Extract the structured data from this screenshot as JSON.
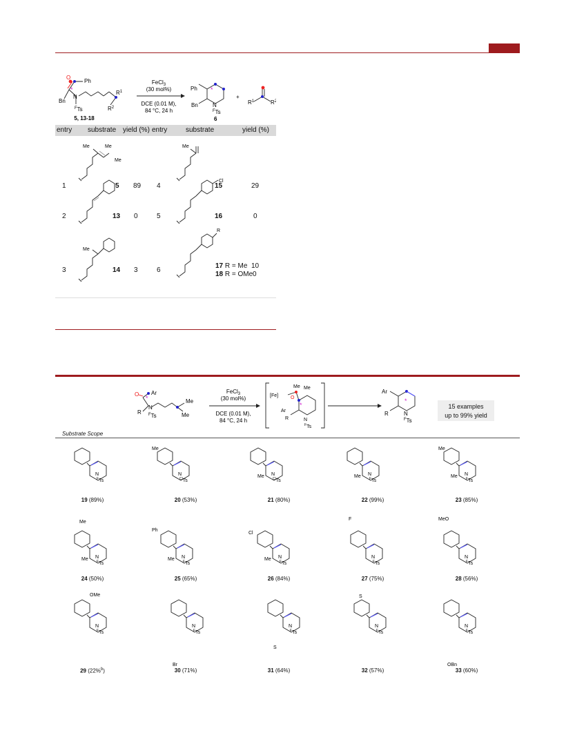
{
  "page": {
    "accent_color": "#9e1b1e"
  },
  "scheme1": {
    "reactant_label": "5, 13-18",
    "reagent": "FeCl",
    "reagent_sub": "3",
    "loading": "(30 mol%)",
    "conditions_1": "DCE (0.01 M),",
    "conditions_2": "84 °C, 24 h",
    "product_label": "6",
    "plus": "+",
    "substituent_r1": "R",
    "substituent_r2": "R"
  },
  "table": {
    "headers": [
      "entry",
      "substrate",
      "yield (%)",
      "entry",
      "substrate",
      "yield (%)"
    ],
    "rows": [
      {
        "entry_a": "1",
        "id_a": "5",
        "yield_a": "89",
        "entry_b": "4",
        "id_b": "15",
        "yield_b": "29"
      },
      {
        "entry_a": "2",
        "id_a": "13",
        "yield_a": "0",
        "entry_b": "5",
        "id_b": "16",
        "yield_b": "0"
      },
      {
        "entry_a": "3",
        "id_a": "14",
        "yield_a": "3",
        "entry_b": "6",
        "id_b_1": "17",
        "r_1": " R = Me",
        "yield_b_1": "10",
        "id_b_2": "18",
        "r_2": " R = OMe",
        "yield_b_2": "0"
      }
    ]
  },
  "scheme2": {
    "reagent": "FeCl",
    "reagent_sub": "3",
    "loading": "(30 mol%)",
    "conditions_1": "DCE (0.01 M),",
    "conditions_2": "84 °C, 24 h",
    "badge_1": "15 examples",
    "badge_2": "up to 99% yield",
    "scope_title": "Substrate Scope"
  },
  "scope": [
    {
      "id": "19",
      "yield": "(89%)"
    },
    {
      "id": "20",
      "yield": "(53%)"
    },
    {
      "id": "21",
      "yield": "(80%)"
    },
    {
      "id": "22",
      "yield": "(99%)"
    },
    {
      "id": "23",
      "yield": "(85%)"
    },
    {
      "id": "24",
      "yield": "(50%)"
    },
    {
      "id": "25",
      "yield": "(65%)"
    },
    {
      "id": "26",
      "yield": "(84%)"
    },
    {
      "id": "27",
      "yield": "(75%)"
    },
    {
      "id": "28",
      "yield": "(56%)"
    },
    {
      "id": "29",
      "yield": "(22%",
      "yield_sup": "b",
      "yield_end": ")"
    },
    {
      "id": "30",
      "yield": "(71%)"
    },
    {
      "id": "31",
      "yield": "(64%)"
    },
    {
      "id": "32",
      "yield": "(57%)"
    },
    {
      "id": "33",
      "yield": "(60%)"
    }
  ],
  "substituents": {
    "me": "Me",
    "ph": "Ph",
    "cl": "Cl",
    "f": "F",
    "meo": "MeO",
    "ome": "OMe",
    "br": "Br",
    "obn": "OBn",
    "s": "S",
    "n": "N",
    "r": "R",
    "o": "O",
    "ar": "Ar",
    "bn": "Bn",
    "ts_f": "Ts",
    "ts_f_sup": "F",
    "ts_cl_sup": "Cl",
    "fe": "[Fe]"
  }
}
